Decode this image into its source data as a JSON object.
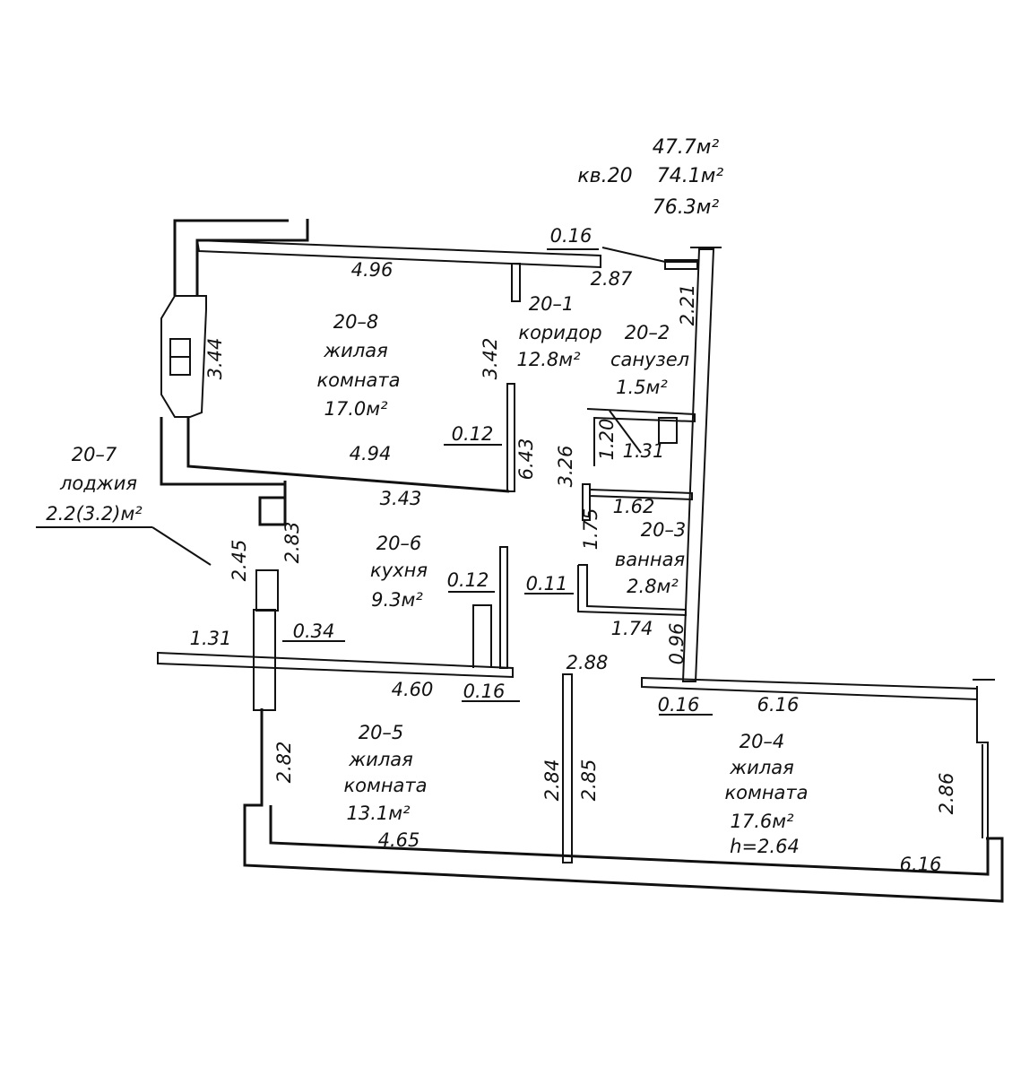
{
  "header": {
    "living_area": "47.7м²",
    "apartment": "кв.20",
    "total_area": "74.1м²",
    "total_with_loggia": "76.3м²"
  },
  "rooms": {
    "r1": {
      "id": "20–1",
      "name": "коридор",
      "area": "12.8м²"
    },
    "r2": {
      "id": "20–2",
      "name": "санузел",
      "area": "1.5м²"
    },
    "r3": {
      "id": "20–3",
      "name": "ванная",
      "area": "2.8м²"
    },
    "r4": {
      "id": "20–4",
      "name1": "жилая",
      "name2": "комната",
      "area": "17.6м²",
      "height": "h=2.64"
    },
    "r5": {
      "id": "20–5",
      "name1": "жилая",
      "name2": "комната",
      "area": "13.1м²"
    },
    "r6": {
      "id": "20–6",
      "name": "кухня",
      "area": "9.3м²"
    },
    "r7": {
      "id": "20–7",
      "name": "лоджия",
      "area": "2.2(3.2)м²"
    },
    "r8": {
      "id": "20–8",
      "name1": "жилая",
      "name2": "комната",
      "area": "17.0м²"
    }
  },
  "dims": {
    "d016a": "0.16",
    "d287": "2.87",
    "d496": "4.96",
    "d221": "2.21",
    "d344": "3.44",
    "d342": "3.42",
    "d012a": "0.12",
    "d643": "6.43",
    "d494": "4.94",
    "d343": "3.43",
    "d120": "1.20",
    "d131a": "1.31",
    "d326": "3.26",
    "d162": "1.62",
    "d175": "1.75",
    "d011": "0.11",
    "d174": "1.74",
    "d096": "0.96",
    "d288": "2.88",
    "d245": "2.45",
    "d283": "2.83",
    "d012b": "0.12",
    "d034": "0.34",
    "d131b": "1.31",
    "d460": "4.60",
    "d016b": "0.16",
    "d016c": "0.16",
    "d616a": "6.16",
    "d282": "2.82",
    "d284": "2.84",
    "d285": "2.85",
    "d465": "4.65",
    "d286": "2.86",
    "d616b": "6.16"
  }
}
